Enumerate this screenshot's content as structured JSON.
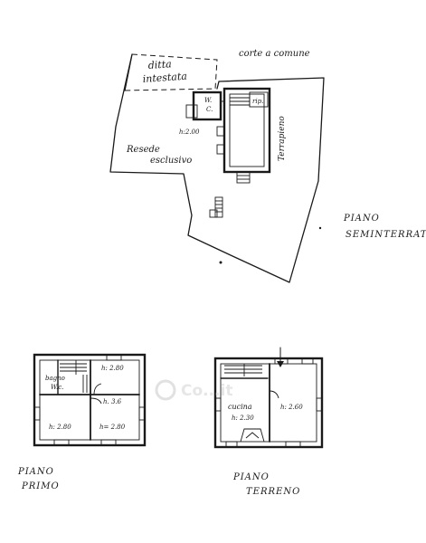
{
  "basement": {
    "title_line1": "PIANO",
    "title_line2": "SEMINTERRATO",
    "corte_comune": "corte a comune",
    "ditta_line1": "ditta",
    "ditta_line2": "intestata",
    "resede_line1": "Resede",
    "resede_line2": "esclusivo",
    "terrapieno": "Terrapieno",
    "rip": "rip.",
    "wc_line1": "W.",
    "wc_line2": "C.",
    "height": "h:2.00"
  },
  "first_floor": {
    "title_line1": "PIANO",
    "title_line2": "PRIMO",
    "bagno_line1": "bagno",
    "bagno_line2": "W.c.",
    "h_top": "h: 2.80",
    "h_slope": "h. 3.6",
    "h_left": "h: 2.80",
    "h_right": "h= 2.80"
  },
  "ground_floor": {
    "title_line1": "PIANO",
    "title_line2": "TERRENO",
    "cucina": "cucina",
    "h_cucina": "h: 2.30",
    "h_right": "h: 2.60"
  },
  "watermark": "Co...it"
}
